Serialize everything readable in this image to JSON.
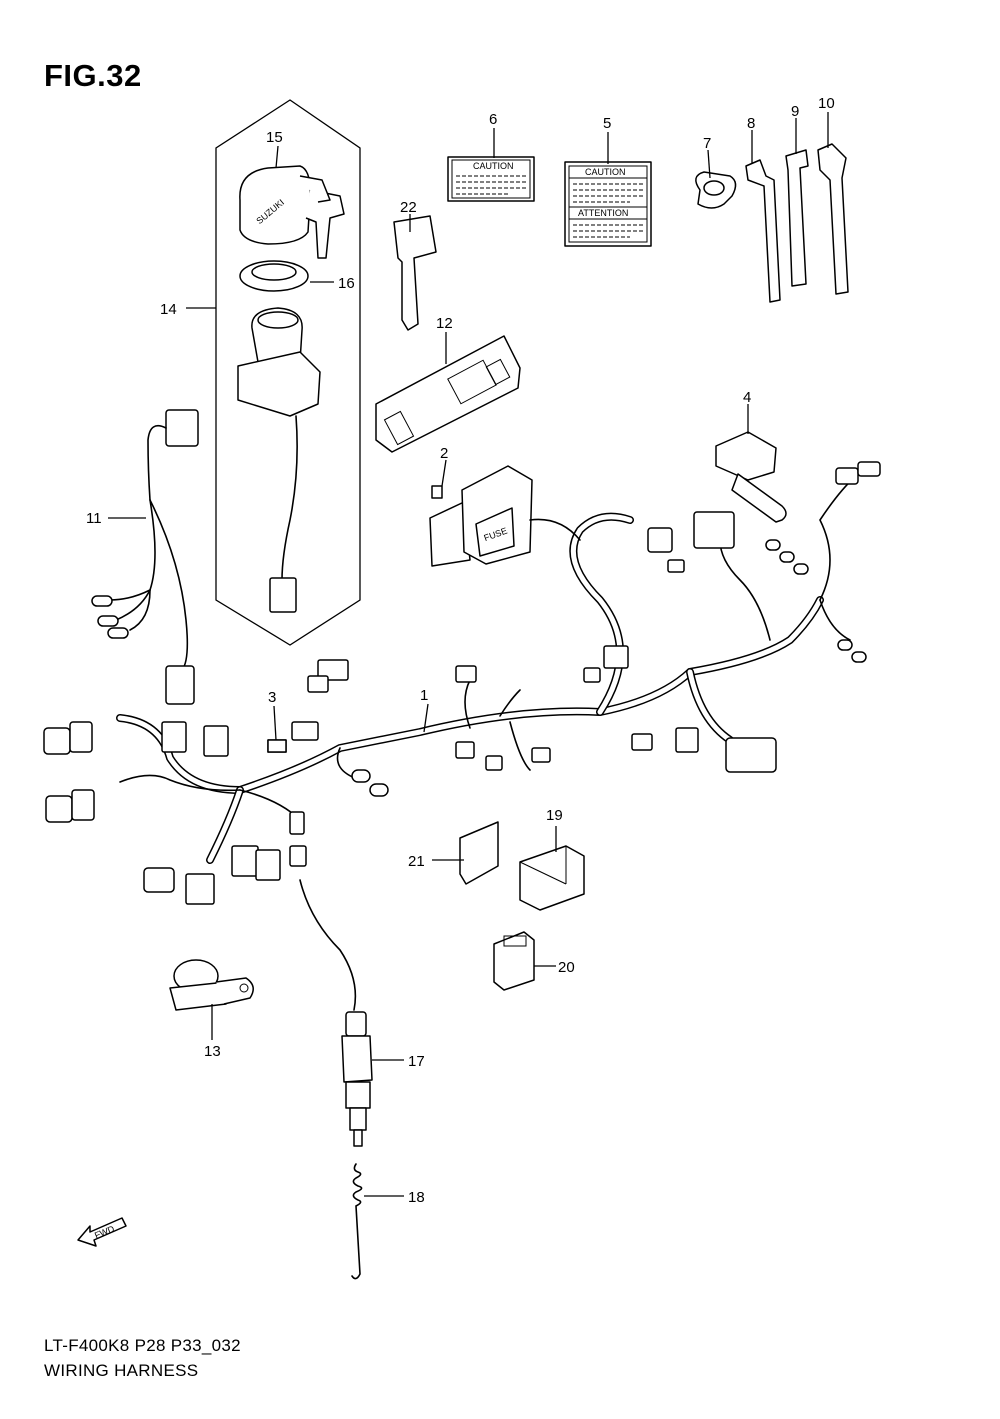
{
  "figure_title": "FIG.32",
  "footer": {
    "code": "LT-F400K8 P28 P33_032",
    "name": "WIRING HARNESS"
  },
  "labels": {
    "caution_6": "CAUTION",
    "caution_5": "CAUTION",
    "attention_5": "ATTENTION",
    "fuse": "FUSE",
    "brand": "SUZUKI",
    "fwd": "FWD"
  },
  "parts": [
    {
      "number": "1"
    },
    {
      "number": "2"
    },
    {
      "number": "3"
    },
    {
      "number": "4"
    },
    {
      "number": "5"
    },
    {
      "number": "6"
    },
    {
      "number": "7"
    },
    {
      "number": "8"
    },
    {
      "number": "9"
    },
    {
      "number": "10"
    },
    {
      "number": "11"
    },
    {
      "number": "12"
    },
    {
      "number": "13"
    },
    {
      "number": "14"
    },
    {
      "number": "15"
    },
    {
      "number": "16"
    },
    {
      "number": "17"
    },
    {
      "number": "18"
    },
    {
      "number": "19"
    },
    {
      "number": "20"
    },
    {
      "number": "21"
    },
    {
      "number": "22"
    }
  ]
}
